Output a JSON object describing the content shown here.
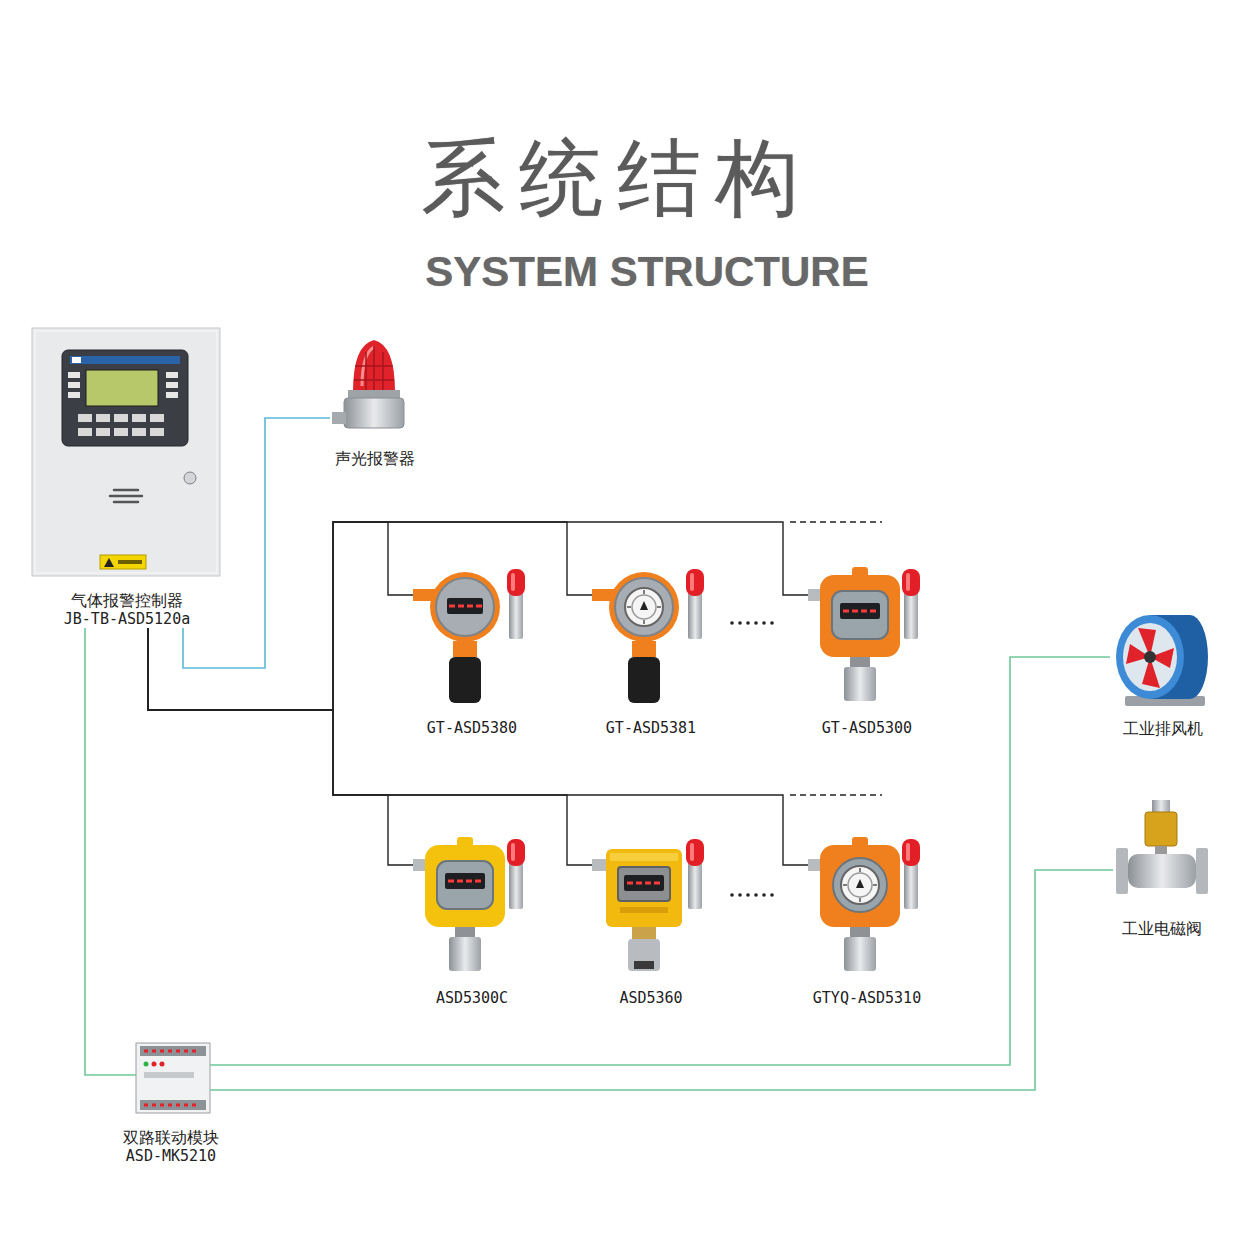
{
  "diagram": {
    "title": "系统结构",
    "nodes": [
      {
        "text": [
          "气体报警控制器",
          "JB-TB-ASD5120a"
        ]
      },
      {
        "text": [
          "声光报警器"
        ]
      },
      {
        "text": [
          "GT-ASD5380"
        ]
      },
      {
        "text": [
          "GT-ASD5381"
        ]
      },
      {
        "text": [
          "GT-ASD5300"
        ]
      },
      {
        "text": [
          "ASD5300C"
        ]
      },
      {
        "text": [
          "ASD5360"
        ]
      },
      {
        "text": [
          "GTYQ-ASD5310"
        ]
      },
      {
        "text": [
          "工业排风机"
        ]
      },
      {
        "text": [
          "工业电磁阀"
        ]
      },
      {
        "text": [
          "双路联动模块",
          "ASD-MK5210"
        ]
      }
    ],
    "edges": [
      {
        "from": 0,
        "to": 1,
        "arrow": "none"
      },
      {
        "from": 0,
        "to": 2,
        "arrow": "none"
      },
      {
        "from": 0,
        "to": 3,
        "arrow": "none"
      },
      {
        "from": 0,
        "to": 4,
        "arrow": "none"
      },
      {
        "from": 0,
        "to": 5,
        "arrow": "none"
      },
      {
        "from": 0,
        "to": 6,
        "arrow": "none"
      },
      {
        "from": 0,
        "to": 7,
        "arrow": "none"
      },
      {
        "from": 0,
        "to": 10,
        "arrow": "none"
      },
      {
        "from": 10,
        "to": 8,
        "arrow": "none"
      },
      {
        "from": 10,
        "to": 9,
        "arrow": "none"
      }
    ],
    "labels": [
      "SYSTEM STRUCTURE"
    ]
  }
}
